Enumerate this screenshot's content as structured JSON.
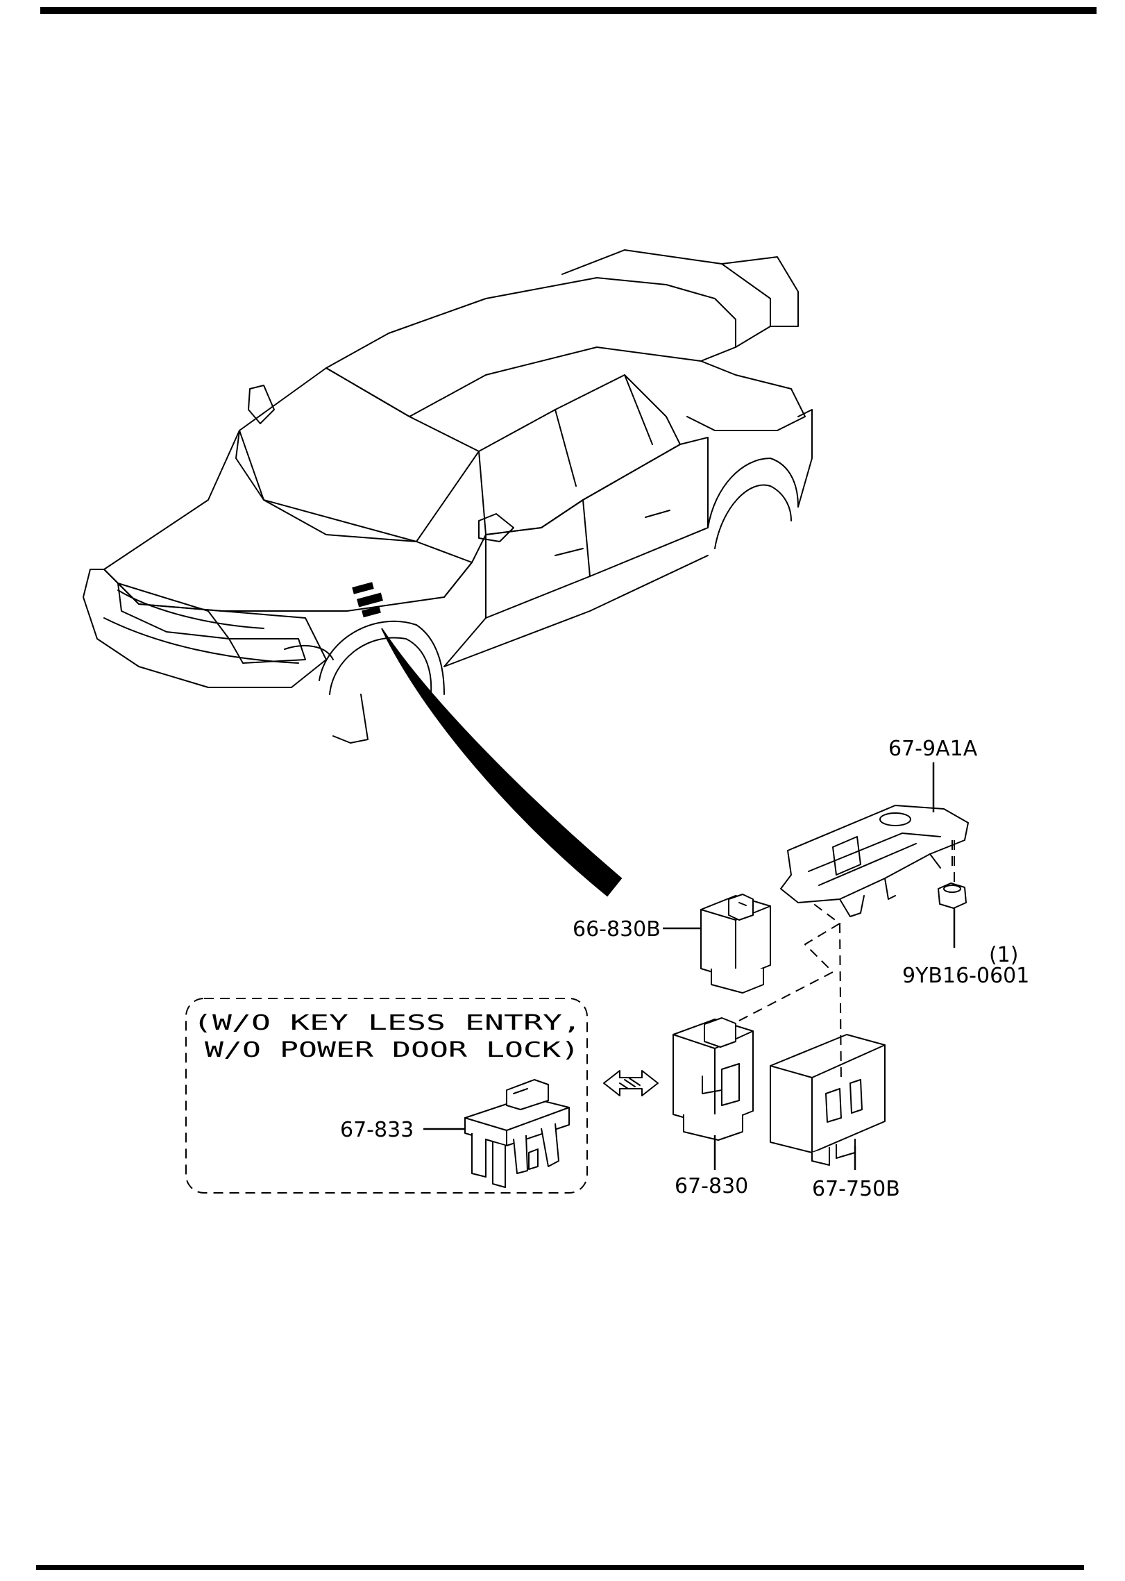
{
  "diagram": {
    "callouts": {
      "bracket": "67-9A1A",
      "relay_66": "66-830B",
      "nut": "9YB16-0601",
      "nut_qty": "(1)",
      "relay_67": "67-830",
      "module": "67-750B",
      "fuse_block": "67-833"
    },
    "condition_note": {
      "line1": "(W/O KEY LESS ENTRY,",
      "line2": "W/O POWER DOOR LOCK)"
    }
  },
  "colors": {
    "ink": "#000000",
    "paper": "#ffffff"
  }
}
